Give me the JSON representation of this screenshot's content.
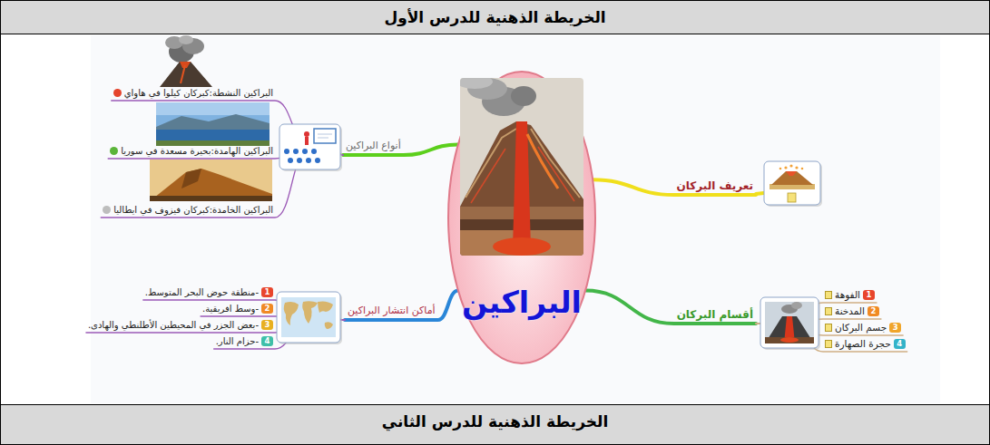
{
  "diagram": {
    "title": "الخريطة الذهنية للدرس الأول",
    "nodes": [
      {
        "text": [
          "البراكين"
        ]
      },
      {
        "text": [
          "تعريف البركان"
        ]
      },
      {
        "text": [
          "أقسام البركان"
        ]
      },
      {
        "text": [
          "الفوهة",
          "1"
        ]
      },
      {
        "text": [
          "المدخنة",
          "2"
        ]
      },
      {
        "text": [
          "جسم البركان",
          "3"
        ]
      },
      {
        "text": [
          "حجرة الصهارة",
          "4"
        ]
      },
      {
        "text": [
          "أنواع البراكين"
        ]
      },
      {
        "text": [
          "البراكين النشطة:كبركان كيلوا في هاواي"
        ]
      },
      {
        "text": [
          "البراكين الهامدة:بحيرة مسعدة في سوريا"
        ]
      },
      {
        "text": [
          "البراكين الخامدة:كبركان فيزوف في ايطاليا"
        ]
      },
      {
        "text": [
          "أماكن انتشار البراكين"
        ]
      },
      {
        "text": [
          "-منطقة حوض البحر المتوسط.",
          "1"
        ]
      },
      {
        "text": [
          "-وسط افريقية.",
          "2"
        ]
      },
      {
        "text": [
          "-بعض الجزر في المحيطين الأطلنطي والهادى.",
          "3"
        ]
      },
      {
        "text": [
          "-حزام النار.",
          "4"
        ]
      },
      {
        "text": [
          "الخريطة الذهنية للدرس الثاني"
        ]
      }
    ],
    "edges": [
      {
        "from": 0,
        "to": 1,
        "arrow": "none"
      },
      {
        "from": 0,
        "to": 2,
        "arrow": "none"
      },
      {
        "from": 2,
        "to": 3,
        "arrow": "none"
      },
      {
        "from": 2,
        "to": 4,
        "arrow": "none"
      },
      {
        "from": 2,
        "to": 5,
        "arrow": "none"
      },
      {
        "from": 2,
        "to": 6,
        "arrow": "none"
      },
      {
        "from": 0,
        "to": 7,
        "arrow": "none"
      },
      {
        "from": 7,
        "to": 8,
        "arrow": "none"
      },
      {
        "from": 7,
        "to": 9,
        "arrow": "none"
      },
      {
        "from": 7,
        "to": 10,
        "arrow": "none"
      },
      {
        "from": 0,
        "to": 11,
        "arrow": "none"
      },
      {
        "from": 11,
        "to": 12,
        "arrow": "none"
      },
      {
        "from": 11,
        "to": 13,
        "arrow": "none"
      },
      {
        "from": 11,
        "to": 14,
        "arrow": "none"
      },
      {
        "from": 11,
        "to": 15,
        "arrow": "none"
      }
    ]
  }
}
